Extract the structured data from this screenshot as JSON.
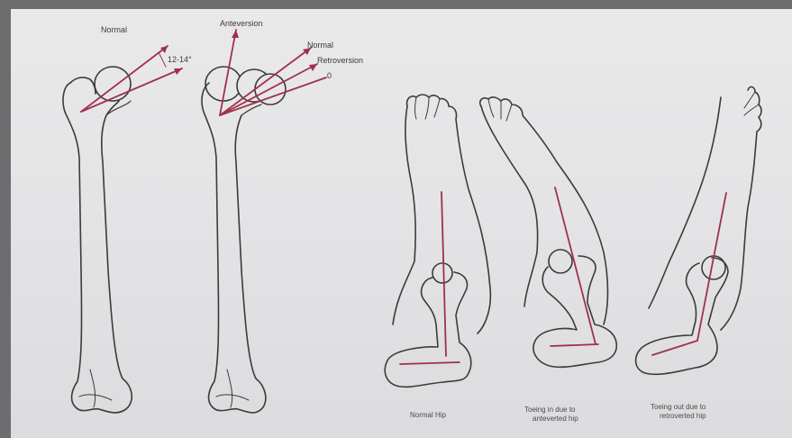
{
  "labels": {
    "normal_top": "Normal",
    "angle": "12-14°",
    "anteversion": "Anteversion",
    "normal": "Normal",
    "retroversion": "Retroversion",
    "zero": "0"
  },
  "captions": {
    "normal_hip": "Normal Hip",
    "toeing_in_line1": "Toeing in due to",
    "toeing_in_line2": "anteverted hip",
    "toeing_out_line1": "Toeing out due to",
    "toeing_out_line2": "retroverted hip"
  },
  "colors": {
    "background": "#6d6d6f",
    "paper": "#e6e6e8",
    "ink": "#3b3b3b",
    "axis_line": "#a0304a"
  }
}
